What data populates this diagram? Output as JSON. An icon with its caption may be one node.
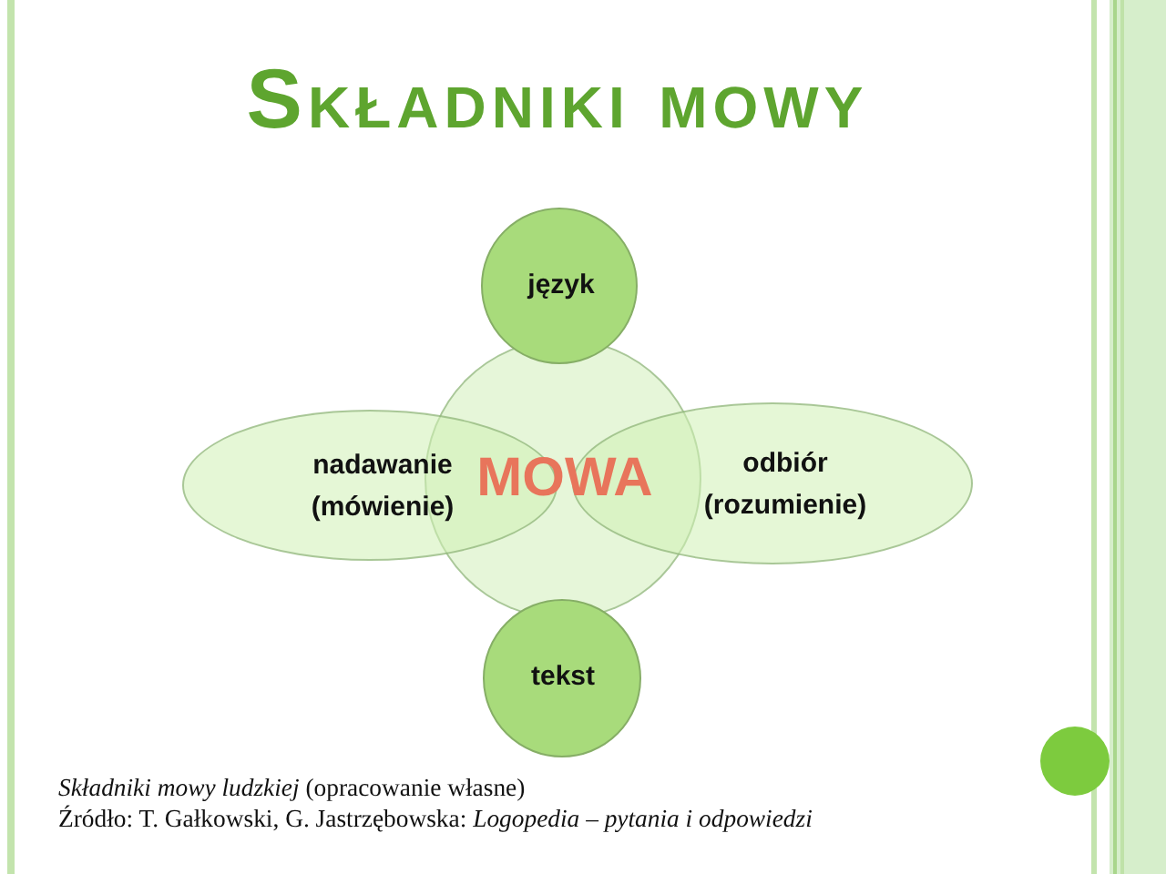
{
  "diagram": {
    "title": "Składniki mowy",
    "caption": "*Składniki mowy ludzkiej* (opracowanie własne)",
    "nodes": [
      {
        "text": [
          "język"
        ]
      },
      {
        "text": [
          "nadawanie (mówienie)"
        ]
      },
      {
        "text": [
          "MOWA"
        ]
      },
      {
        "text": [
          "odbiór (rozumienie)"
        ]
      },
      {
        "text": [
          "tekst"
        ]
      }
    ],
    "labels": [
      "Źródło: T. Gałkowski, G. Jastrzębowska: *Logopedia – pytania i odpowiedzi*"
    ]
  }
}
